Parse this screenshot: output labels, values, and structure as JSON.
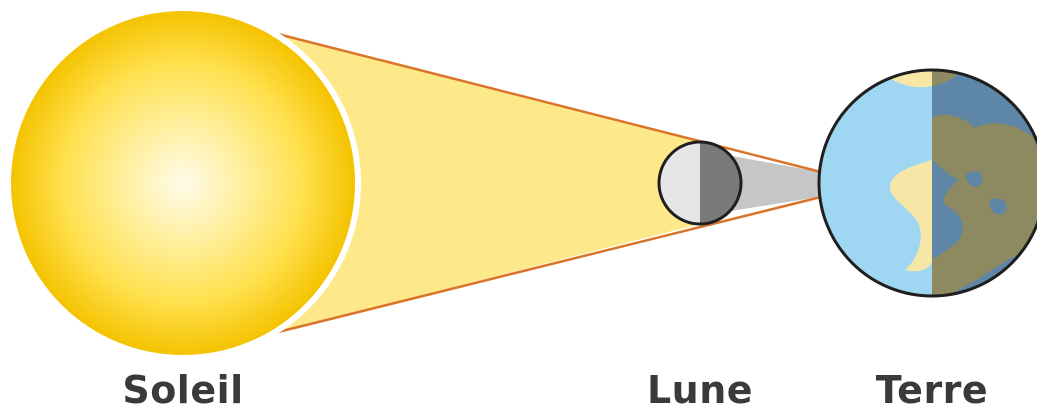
{
  "labels": {
    "sun": "Soleil",
    "moon": "Lune",
    "earth": "Terre"
  },
  "colors": {
    "sun_core": "#fffbe6",
    "sun_mid": "#ffe36a",
    "sun_edge": "#f5c400",
    "light_cone": "#fde98a",
    "cone_outline": "#d9742a",
    "moon_lit": "#e6e6e6",
    "moon_dark": "#7a7a7a",
    "moon_shadow": "#c6c6c6",
    "earth_ocean_day": "#9fd6f2",
    "earth_land_day": "#f7e7a6",
    "earth_ocean_night": "#5e86a6",
    "earth_land_night": "#8d8a62",
    "outline": "#1f1f1f",
    "label_text": "#3a3a3a"
  },
  "icons": {
    "sun": "sun-icon",
    "moon": "moon-icon",
    "earth": "earth-icon"
  }
}
